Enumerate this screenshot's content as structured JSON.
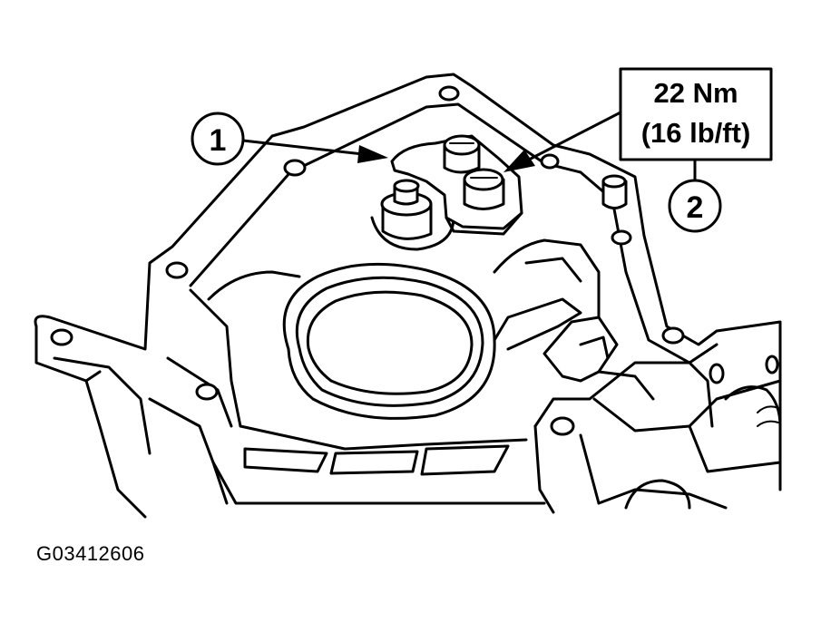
{
  "callouts": [
    {
      "number": "1"
    },
    {
      "number": "2"
    }
  ],
  "torque_spec": {
    "line1": "22 Nm",
    "line2": "(16 lb/ft)"
  },
  "figure_id": "G03412606"
}
